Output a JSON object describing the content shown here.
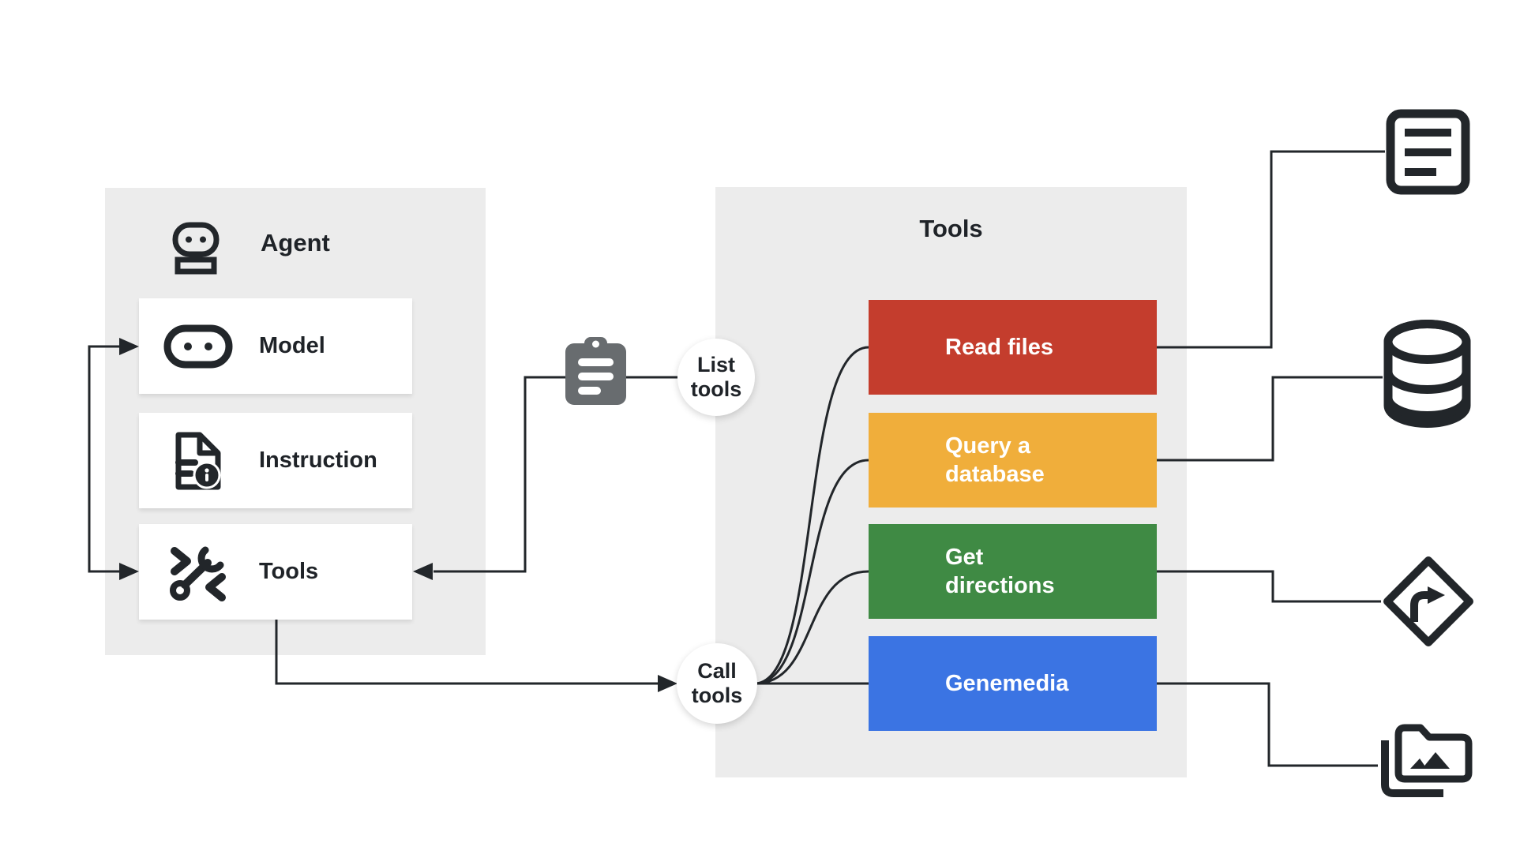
{
  "canvas": {
    "background": "#ffffff",
    "line_color": "#22262a",
    "panel_bg": "#ececec",
    "text_color": "#1f2328",
    "clipboard_color": "#686c6f"
  },
  "agent_panel": {
    "title": "Agent",
    "header_icon": "robot-icon",
    "items": [
      {
        "label": "Model",
        "icon": "robot-face-icon"
      },
      {
        "label": "Instruction",
        "icon": "document-info-icon"
      },
      {
        "label": "Tools",
        "icon": "wrench-chevrons-icon"
      }
    ]
  },
  "flow": {
    "list_tools_label": "List tools",
    "call_tools_label": "Call tools",
    "clipboard_icon": "clipboard-list-icon"
  },
  "tools_panel": {
    "title": "Tools",
    "tools": [
      {
        "label": "Read files",
        "color": "#c43d2d",
        "target_icon": "document-lines-icon"
      },
      {
        "label": "Query a database",
        "color": "#f0ae3b",
        "target_icon": "database-icon"
      },
      {
        "label": "Get directions",
        "color": "#3f8a44",
        "target_icon": "turn-right-sign-icon"
      },
      {
        "label": "Genemedia",
        "color": "#3b74e3",
        "target_icon": "media-folder-icon"
      }
    ]
  }
}
